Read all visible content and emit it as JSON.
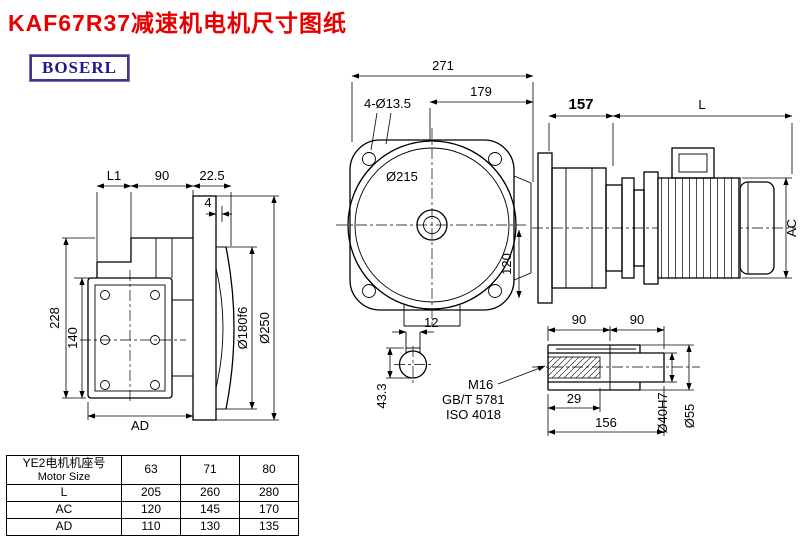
{
  "page": {
    "title": "KAF67R37减速机电机尺寸图纸",
    "logo": "BOSERL"
  },
  "dims": {
    "front": {
      "total": "271",
      "flange": "179",
      "holes": "4-Ø13.5",
      "outer_dia": "Ø215",
      "height": "120"
    },
    "left": {
      "l1": "L1",
      "n90": "90",
      "n22_5": "22.5",
      "n4": "4",
      "n228": "228",
      "n140": "140",
      "ad": "AD",
      "d180": "Ø180f6",
      "d250": "Ø250"
    },
    "motor": {
      "n157": "157",
      "l": "L",
      "ac": "AC"
    },
    "keyway": {
      "n12": "12",
      "n43_3": "43.3"
    },
    "shaft": {
      "n90a": "90",
      "n90b": "90",
      "m16": "M16",
      "gbt": "GB/T 5781",
      "iso": "ISO 4018",
      "n29": "29",
      "n156": "156",
      "d40": "Ø40H7",
      "d55": "Ø55"
    }
  },
  "table": {
    "header": {
      "label_cn": "YE2电机机座号",
      "label_en": "Motor Size",
      "cols": [
        "63",
        "71",
        "80"
      ]
    },
    "rows": [
      {
        "label": "L",
        "values": [
          "205",
          "260",
          "280"
        ]
      },
      {
        "label": "AC",
        "values": [
          "120",
          "145",
          "170"
        ]
      },
      {
        "label": "AD",
        "values": [
          "110",
          "130",
          "135"
        ]
      }
    ]
  }
}
